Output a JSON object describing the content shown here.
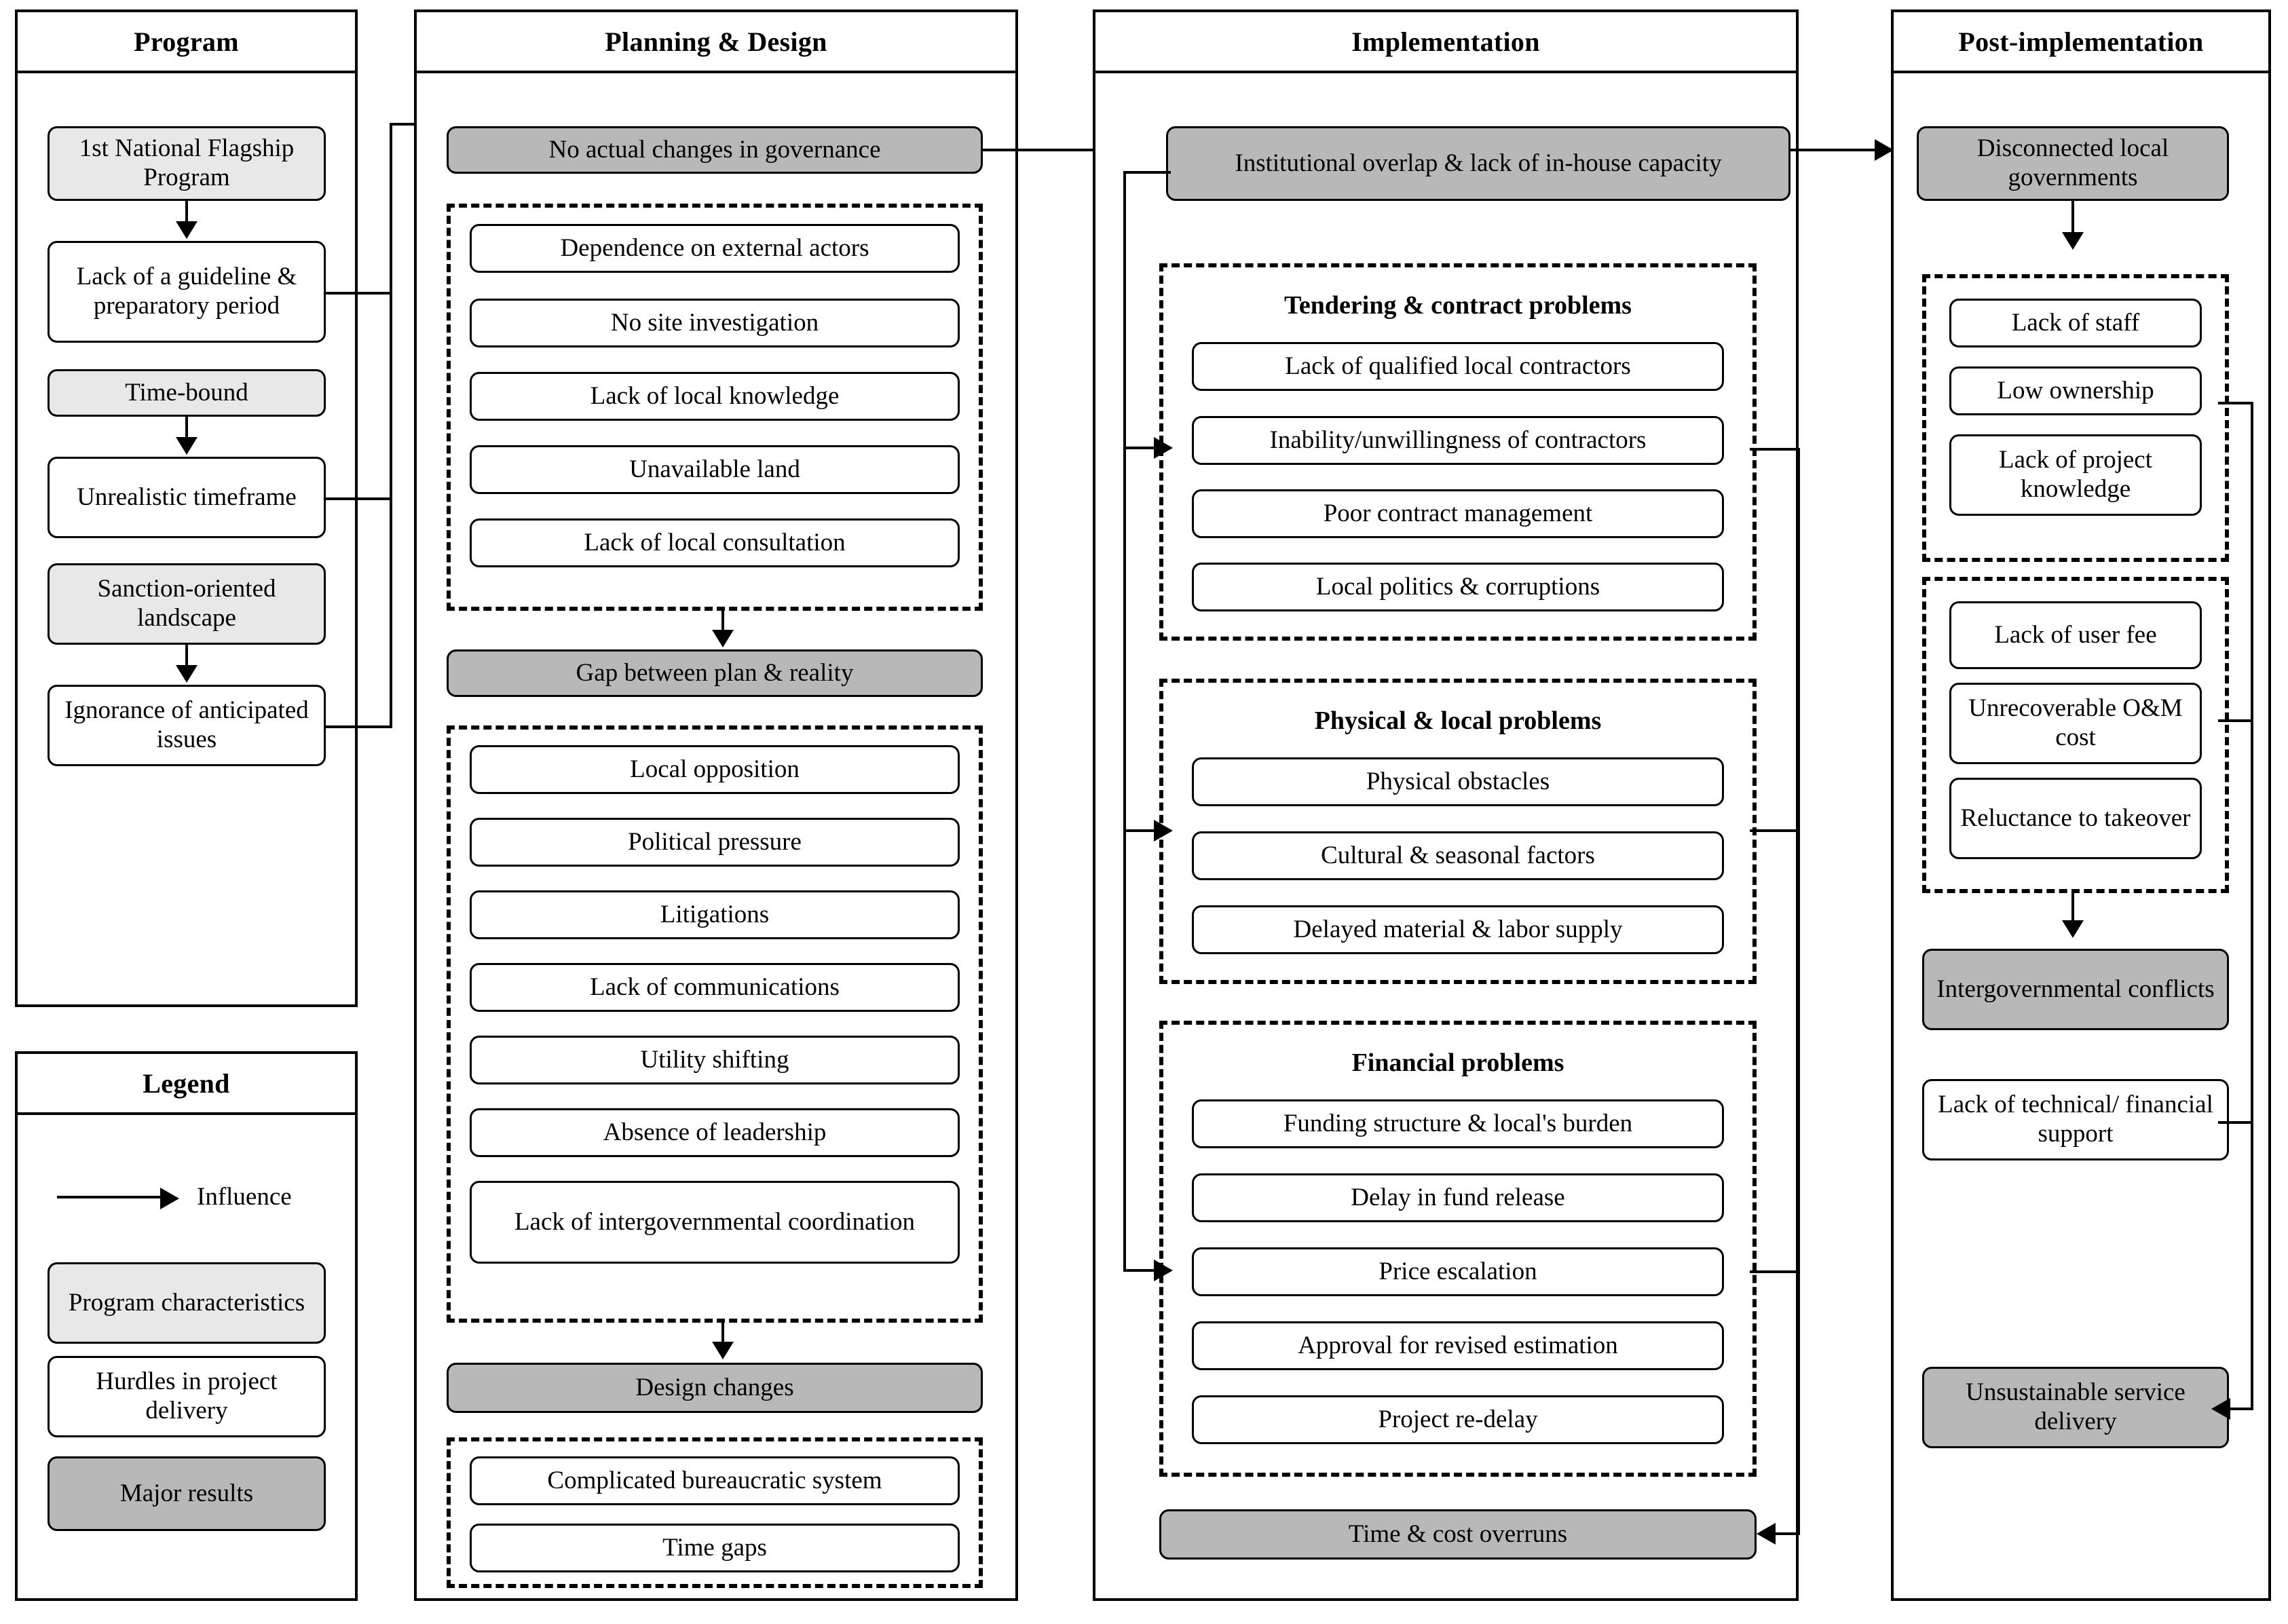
{
  "columns": {
    "program": {
      "title": "Program"
    },
    "planning": {
      "title": "Planning & Design"
    },
    "implementation": {
      "title": "Implementation"
    },
    "post": {
      "title": "Post-implementation"
    }
  },
  "legend": {
    "title": "Legend",
    "influence_label": "Influence",
    "program_characteristics": "Program characteristics",
    "hurdles": "Hurdles in project delivery",
    "major_results": "Major results"
  },
  "program_nodes": [
    {
      "label": "1st National Flagship Program",
      "kind": "program-characteristics"
    },
    {
      "label": "Lack of a guideline & preparatory period",
      "kind": "hurdle"
    },
    {
      "label": "Time-bound",
      "kind": "program-characteristics"
    },
    {
      "label": "Unrealistic timeframe",
      "kind": "hurdle"
    },
    {
      "label": "Sanction-oriented landscape",
      "kind": "program-characteristics"
    },
    {
      "label": "Ignorance of anticipated issues",
      "kind": "hurdle"
    }
  ],
  "planning": {
    "result_1": "No actual changes in governance",
    "group_1": [
      "Dependence on external actors",
      "No site investigation",
      "Lack of local knowledge",
      "Unavailable land",
      "Lack of local consultation"
    ],
    "result_2": "Gap between plan & reality",
    "group_2": [
      "Local opposition",
      "Political pressure",
      "Litigations",
      "Lack of communications",
      "Utility shifting",
      "Absence of leadership",
      "Lack of intergovernmental coordination"
    ],
    "result_3": "Design changes",
    "group_3": [
      "Complicated bureaucratic system",
      "Time gaps"
    ]
  },
  "implementation": {
    "result_1": "Institutional overlap & lack of in-house capacity",
    "group_1": {
      "title": "Tendering & contract problems",
      "items": [
        "Lack of qualified local contractors",
        "Inability/unwillingness of contractors",
        "Poor contract management",
        "Local politics & corruptions"
      ]
    },
    "group_2": {
      "title": "Physical & local problems",
      "items": [
        "Physical obstacles",
        "Cultural & seasonal factors",
        "Delayed material & labor supply"
      ]
    },
    "group_3": {
      "title": "Financial problems",
      "items": [
        "Funding structure & local's burden",
        "Delay in fund release",
        "Price escalation",
        "Approval for revised estimation",
        "Project re-delay"
      ]
    },
    "result_2": "Time & cost overruns"
  },
  "post": {
    "result_1": "Disconnected local governments",
    "group_1": [
      "Lack of staff",
      "Low ownership",
      "Lack of project knowledge"
    ],
    "group_2": [
      "Lack of user fee",
      "Unrecoverable O&M cost",
      "Reluctance to takeover"
    ],
    "result_2": "Intergovernmental conflicts",
    "support": "Lack of technical/ financial support",
    "result_3": "Unsustainable service delivery"
  }
}
